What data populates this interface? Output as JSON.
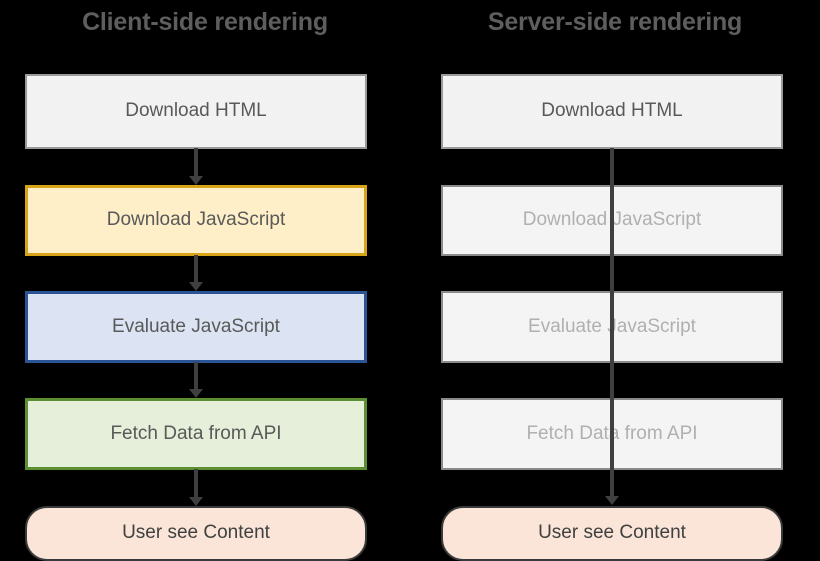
{
  "diagram": {
    "background_color": "#000000",
    "title_color": "#5e5e5e",
    "columns": [
      {
        "id": "client-side",
        "title": "Client-side rendering",
        "nodes": [
          {
            "label": "Download HTML",
            "state": "active",
            "shape": "rect",
            "fill": "#f2f2f2",
            "stroke": "#9a9a9a"
          },
          {
            "label": "Download JavaScript",
            "state": "active",
            "shape": "rect",
            "fill": "#feefc8",
            "stroke": "#d6a416"
          },
          {
            "label": "Evaluate JavaScript",
            "state": "active",
            "shape": "rect",
            "fill": "#dce4f4",
            "stroke": "#2b5494"
          },
          {
            "label": "Fetch Data from API",
            "state": "active",
            "shape": "rect",
            "fill": "#e5efd9",
            "stroke": "#5b8f32"
          },
          {
            "label": "User see Content",
            "state": "active",
            "shape": "rounded",
            "fill": "#fae5d8",
            "stroke": "#3a3a3a"
          }
        ],
        "connectors": [
          "step",
          "step",
          "step",
          "step"
        ]
      },
      {
        "id": "server-side",
        "title": "Server-side rendering",
        "nodes": [
          {
            "label": "Download HTML",
            "state": "active",
            "shape": "rect",
            "fill": "#f2f2f2",
            "stroke": "#9a9a9a"
          },
          {
            "label": "Download JavaScript",
            "state": "skipped",
            "shape": "rect",
            "fill": "#f4f4f4",
            "stroke": "#8a8a8a"
          },
          {
            "label": "Evaluate JavaScript",
            "state": "skipped",
            "shape": "rect",
            "fill": "#f4f4f4",
            "stroke": "#8a8a8a"
          },
          {
            "label": "Fetch Data from API",
            "state": "skipped",
            "shape": "rect",
            "fill": "#f4f4f4",
            "stroke": "#8a8a8a"
          },
          {
            "label": "User see Content",
            "state": "active",
            "shape": "rounded",
            "fill": "#fae5d8",
            "stroke": "#3a3a3a"
          }
        ],
        "connectors": [
          "skip-to-last"
        ]
      }
    ]
  }
}
